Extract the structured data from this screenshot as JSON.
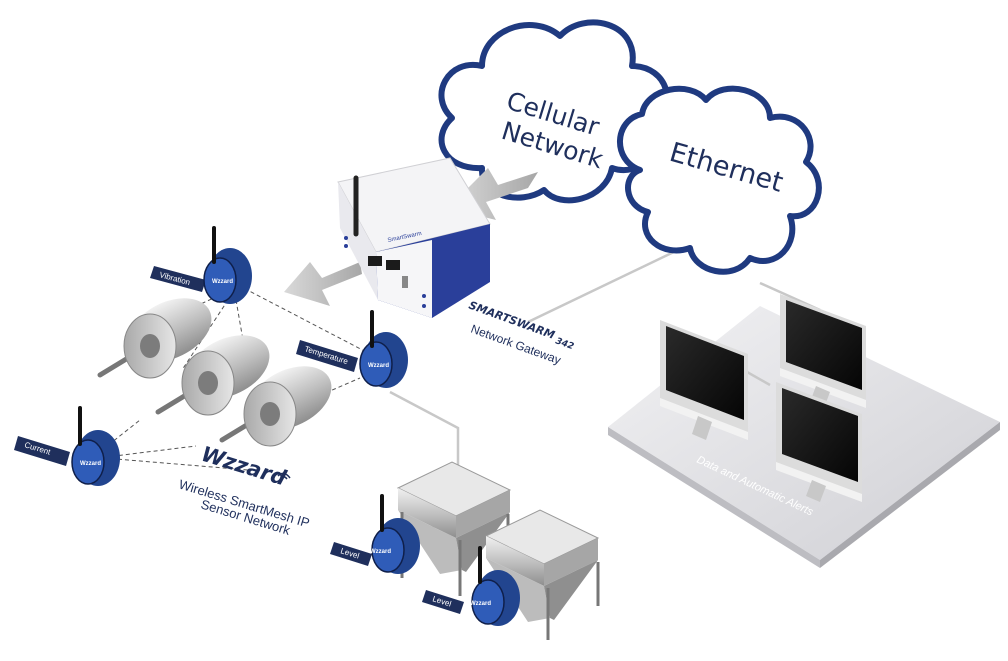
{
  "clouds": {
    "cellular_line1": "Cellular",
    "cellular_line2": "Network",
    "ethernet": "Ethernet"
  },
  "gateway": {
    "brand": "SMARTSWARM",
    "model": "342",
    "caption": "Network Gateway",
    "front_logo": "SmartSwarm"
  },
  "sensor_network": {
    "brand": "Wzzard",
    "caption_line1": "Wireless SmartMesh IP",
    "caption_line2": "Sensor Network"
  },
  "sensor_badge": "Wzzard",
  "sensors": {
    "vibration": "Vibration",
    "temperature": "Temperature",
    "current": "Current",
    "level_1": "Level",
    "level_2": "Level"
  },
  "platform": {
    "label": "Data and Automatic Alerts"
  },
  "colors": {
    "navy": "#1f2f5c",
    "sensor_blue": "#22458f",
    "cloud_outline": "#1f3a80",
    "platform_gray": "#e2e2e6"
  },
  "icons": [
    "cloud-icon",
    "gateway-router-icon",
    "motor-icon",
    "wireless-sensor-icon",
    "hopper-tank-icon",
    "monitor-icon",
    "wifi-icon"
  ]
}
